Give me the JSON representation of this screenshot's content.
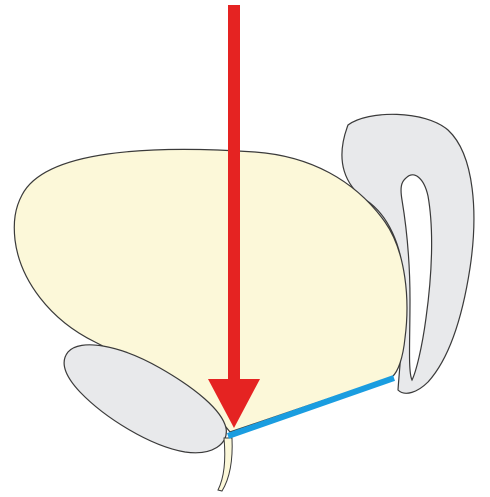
{
  "diagram": {
    "colors": {
      "background": "#ffffff",
      "main_organ_fill": "#fcf8d9",
      "gray_structure_fill": "#e8e9eb",
      "outline": "#3a3a3a",
      "arrow": "#e52322",
      "highlight_segment": "#1a9de0",
      "tube_fill": "#fcf8d9"
    },
    "elements": [
      "main-organ",
      "left-gray-structure",
      "right-curved-structure",
      "downward-arrow",
      "blue-highlight-segment",
      "bottom-tube"
    ]
  }
}
